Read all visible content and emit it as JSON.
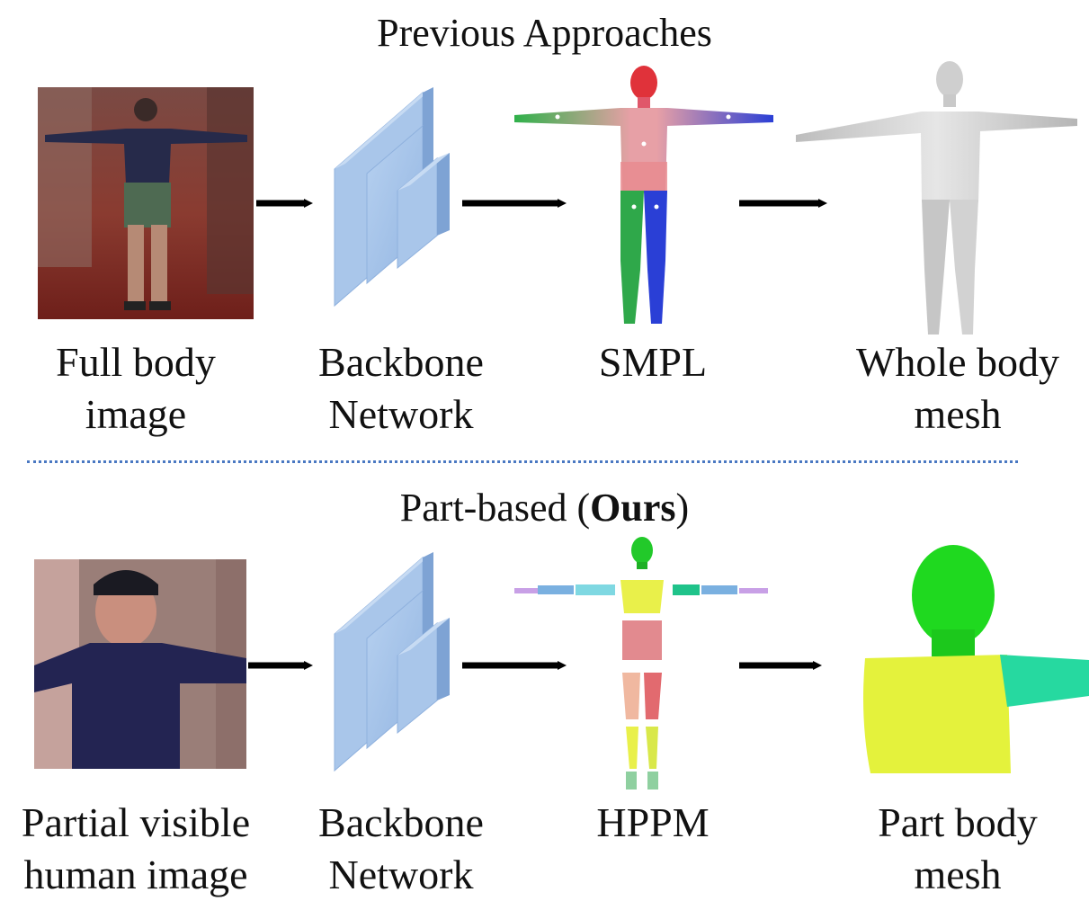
{
  "top": {
    "heading": "Previous Approaches",
    "labels": {
      "input": [
        "Full body",
        "image"
      ],
      "backbone": [
        "Backbone",
        "Network"
      ],
      "model": "SMPL",
      "output": [
        "Whole body",
        "mesh"
      ]
    }
  },
  "bottom": {
    "heading_prefix": "Part-based (",
    "heading_bold": "Ours",
    "heading_suffix": ")",
    "labels": {
      "input": [
        "Partial visible",
        "human image"
      ],
      "backbone": [
        "Backbone",
        "Network"
      ],
      "model": "HPPM",
      "output": [
        "Part body",
        "mesh"
      ]
    }
  },
  "colors": {
    "arrow": "#000000",
    "divider": "#4a78c2",
    "backbone_face": "#a9c6ea",
    "backbone_side": "#7ea3d4",
    "backbone_top": "#c7dbf3"
  }
}
